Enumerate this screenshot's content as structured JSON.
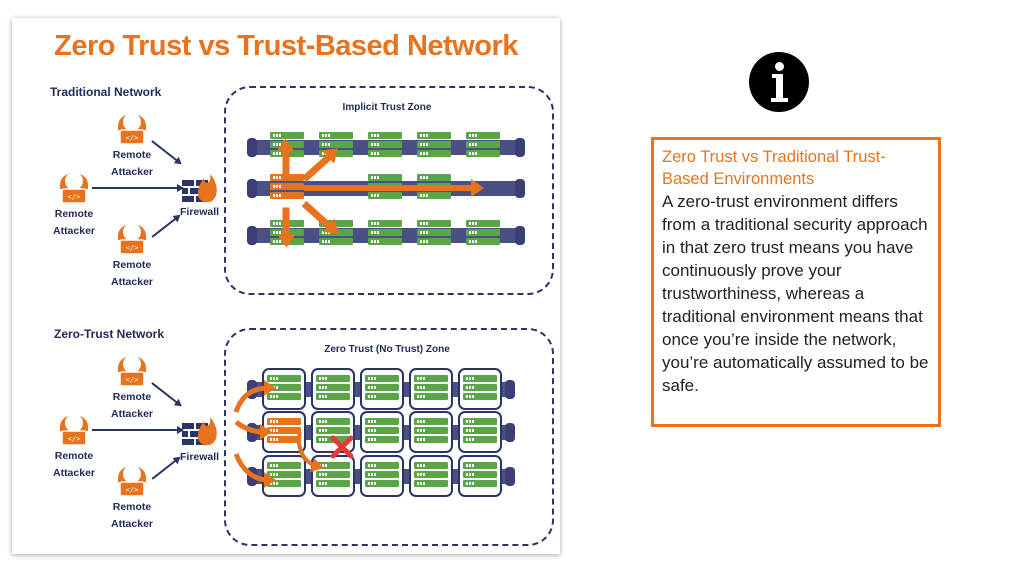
{
  "figure": {
    "title": "Zero Trust vs Trust-Based Network",
    "traditional": {
      "heading": "Traditional Network",
      "zone_label": "Implicit Trust Zone",
      "attacker_label": "Remote Attacker",
      "firewall_label": "Firewall"
    },
    "zero_trust": {
      "heading": "Zero-Trust Network",
      "zone_label": "Zero Trust (No Trust) Zone",
      "attacker_label": "Remote Attacker",
      "firewall_label": "Firewall"
    }
  },
  "callout": {
    "title": "Zero Trust vs Traditional Trust-Based Environments",
    "body": "A zero-trust environment differs from a traditional security approach in that zero trust means you have continuously prove your trustworthiness, whereas a traditional environment means that once you’re inside the network, you’re automatically assumed to be safe."
  },
  "icons": {
    "info": "info-icon",
    "attacker": "hacker-icon",
    "firewall": "firewall-icon",
    "server": "server-icon",
    "blocked": "red-x-icon"
  },
  "colors": {
    "accent": "#e8731f",
    "navy": "#2b3466",
    "server_green": "#5aa646",
    "blocked_red": "#e53935"
  }
}
